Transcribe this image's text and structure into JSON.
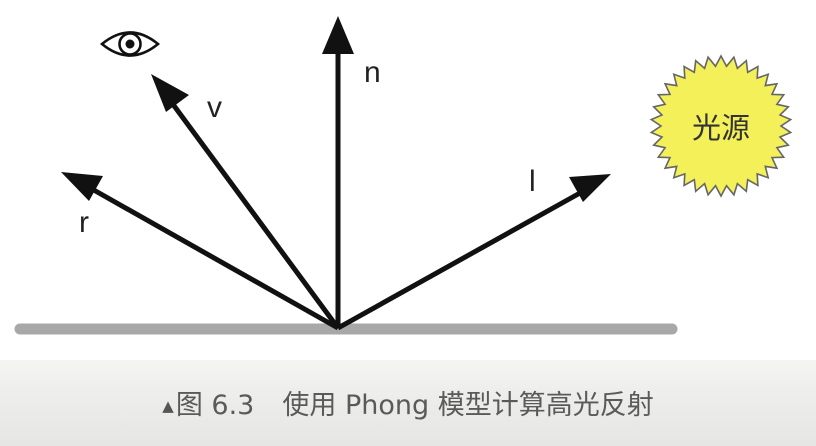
{
  "vectors": {
    "normal": "n",
    "view": "v",
    "reflect": "r",
    "light": "l"
  },
  "light_source": "光源",
  "icons": {
    "viewer": "eye-icon",
    "light": "sun-burst-icon"
  },
  "caption": {
    "marker": "▲",
    "figure": "图 6.3",
    "text": "使用 Phong 模型计算高光反射"
  },
  "colors": {
    "vectors": "#111111",
    "surface": "#a8a8a8",
    "light_fill": "#f4f05a",
    "caption_text": "#5a5a5a"
  }
}
